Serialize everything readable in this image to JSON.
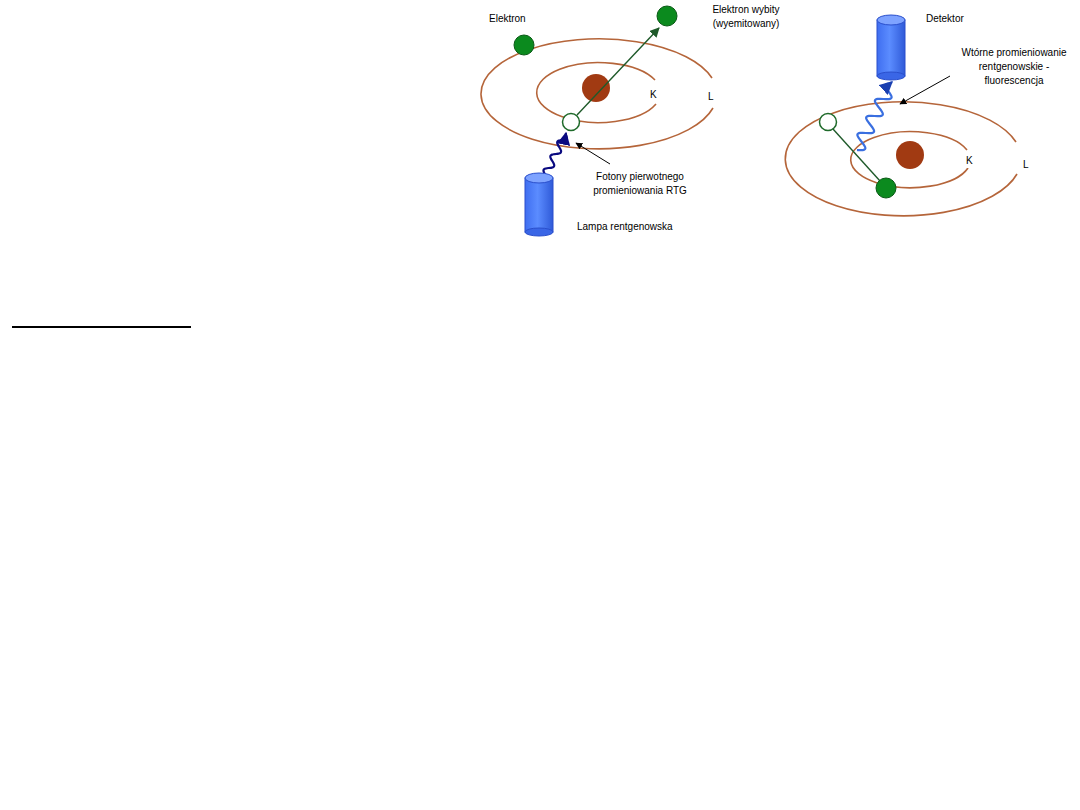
{
  "diagram": {
    "labels": [
      "Elektron",
      "Elektron wybity (wyemitowany)",
      "K",
      "L",
      "Fotony pierwotnego promieniowania RTG",
      "Lampa rentgenowska",
      "Detektor",
      "Wtórne promieniowanie rentgenowskie - fluorescencja",
      "K",
      "L"
    ]
  }
}
